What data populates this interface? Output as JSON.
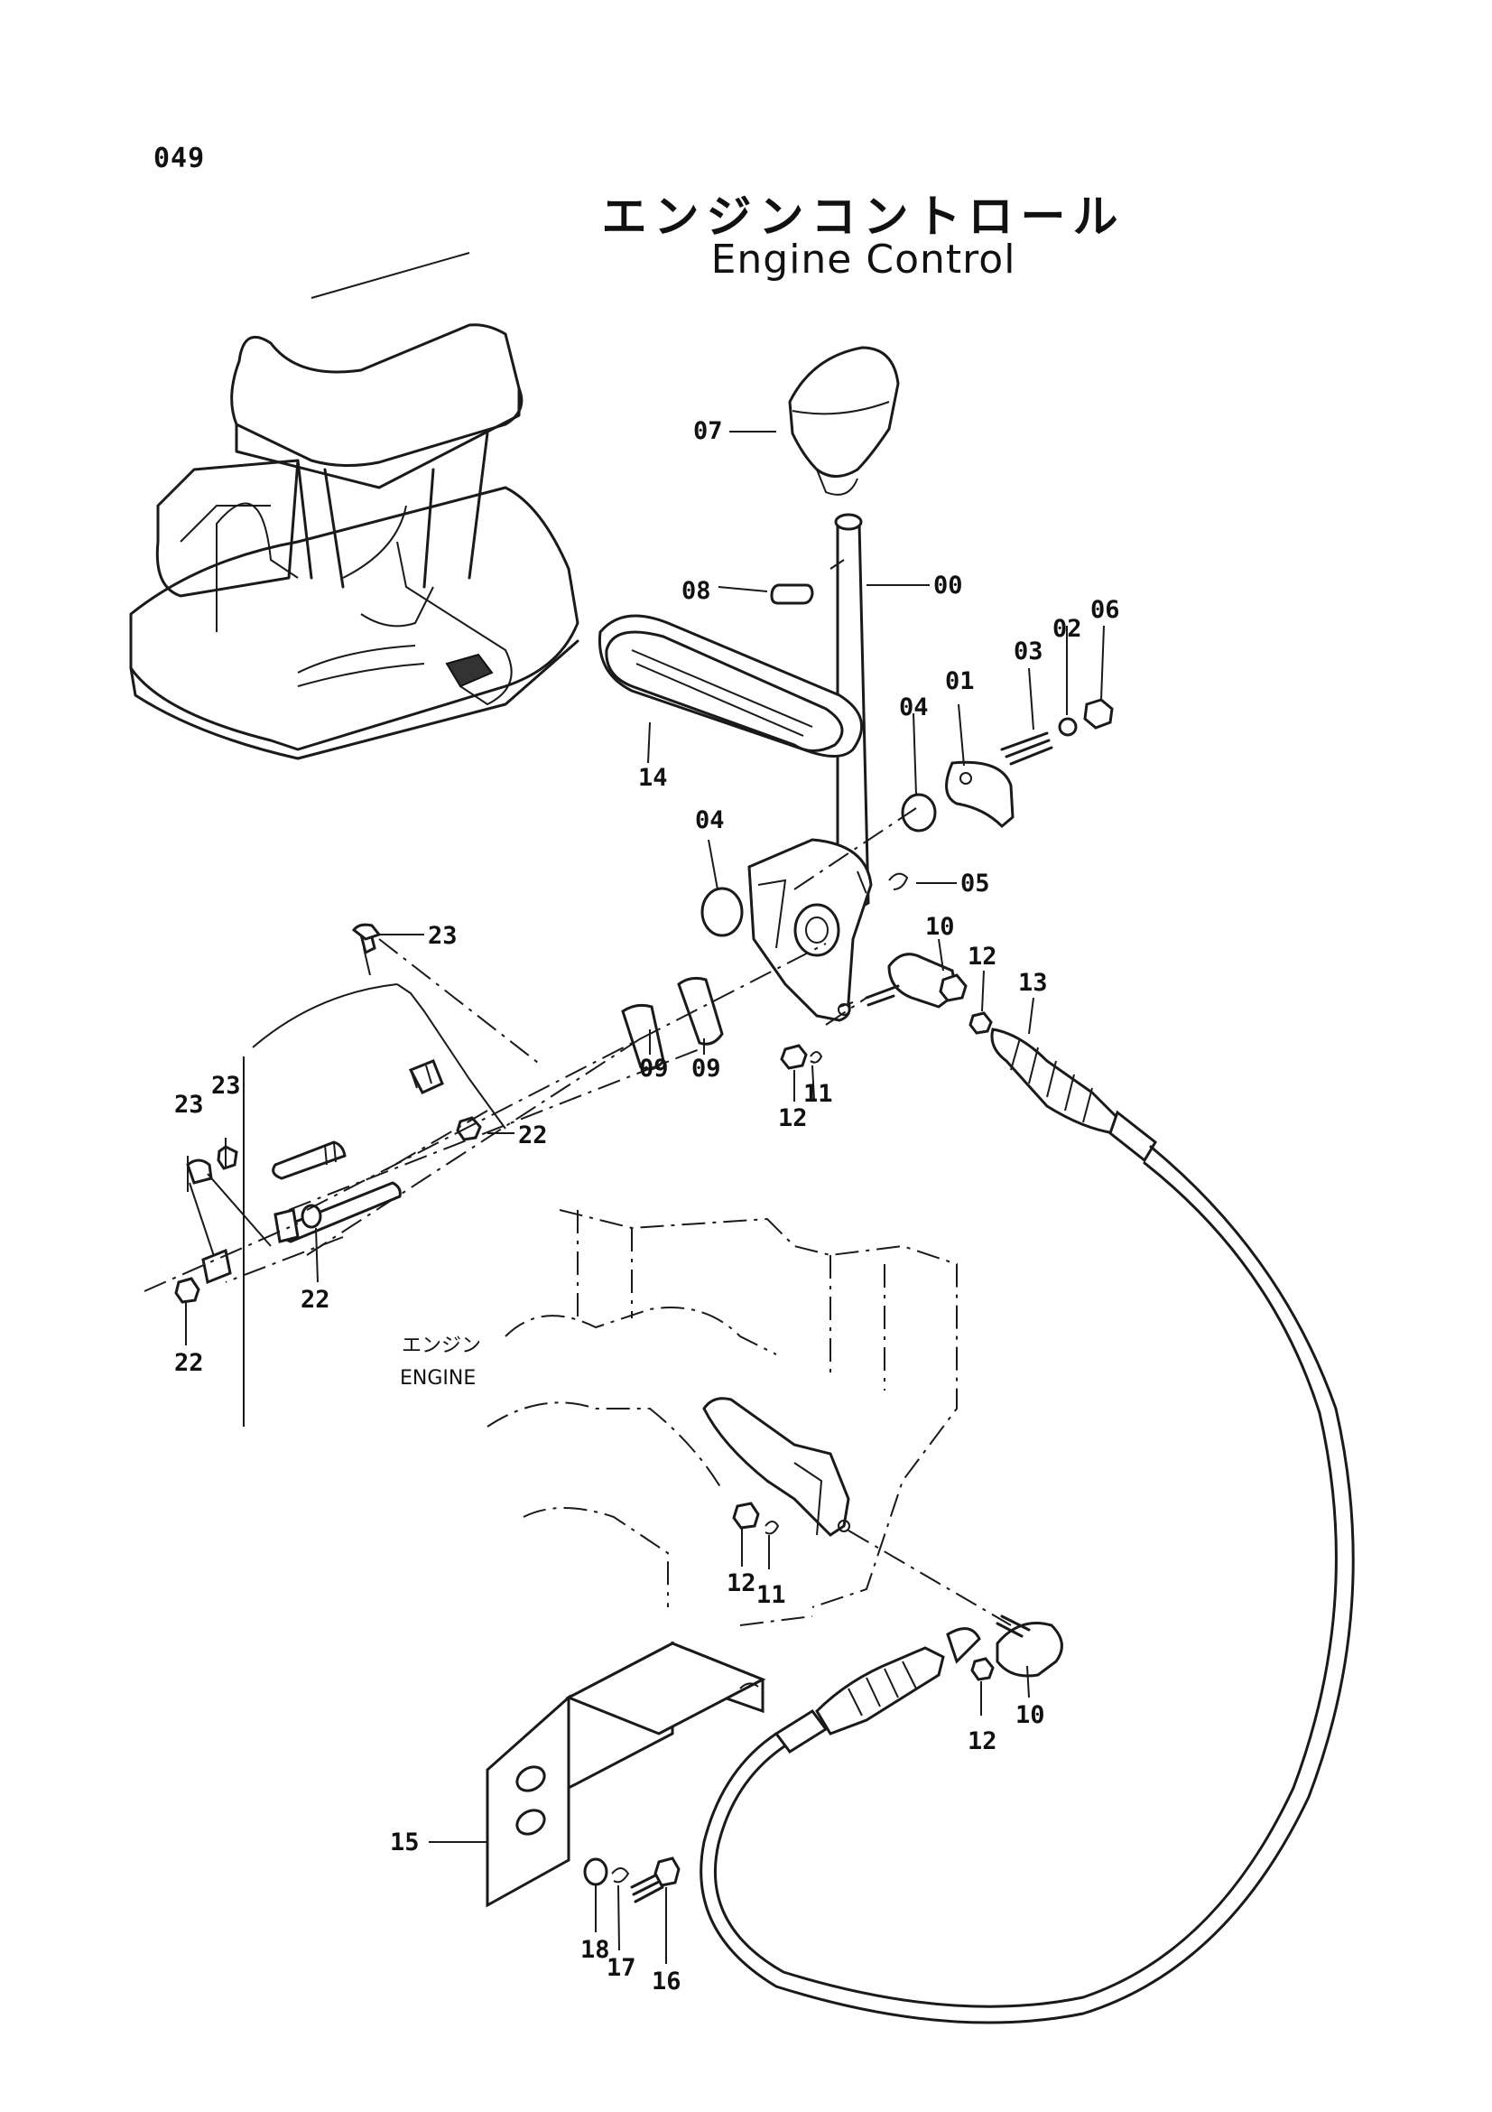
{
  "page_number": "049",
  "title_jp": "エンジンコントロール",
  "title_en": "Engine Control",
  "engine_label_jp": "エンジン",
  "engine_label_en": "ENGINE",
  "callouts": [
    "07",
    "08",
    "00",
    "14",
    "03",
    "02",
    "06",
    "01",
    "04",
    "04",
    "05",
    "23",
    "10",
    "12",
    "13",
    "09",
    "09",
    "12",
    "11",
    "23",
    "23",
    "22",
    "22",
    "22",
    "12",
    "11",
    "10",
    "12",
    "15",
    "18",
    "17",
    "16"
  ]
}
